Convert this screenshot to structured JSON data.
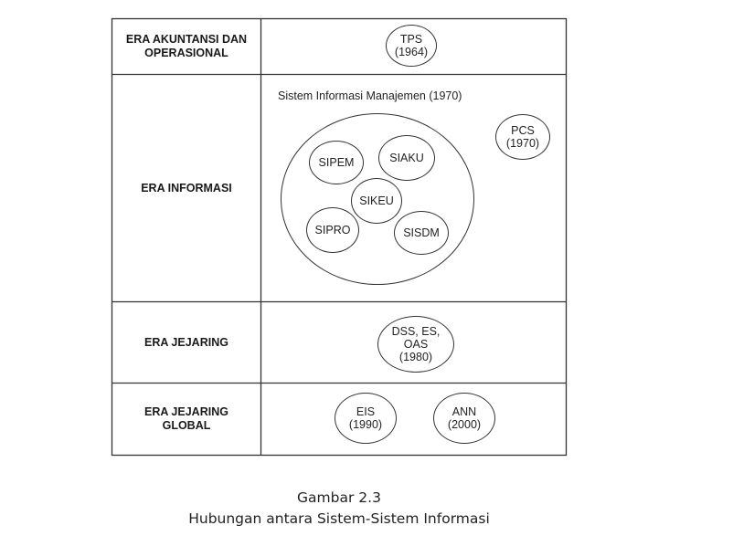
{
  "diagram": {
    "eras": [
      {
        "id": "akuntansi",
        "label": "ERA AKUNTANSI DAN\nOPERASIONAL",
        "systems": [
          {
            "label": "TPS\n(1964)"
          }
        ]
      },
      {
        "id": "informasi",
        "label": "ERA INFORMASI",
        "group_title": "Sistem Informasi Manajemen (1970)",
        "group_systems": [
          {
            "label": "SIPEM"
          },
          {
            "label": "SIAKU"
          },
          {
            "label": "SIKEU"
          },
          {
            "label": "SIPRO"
          },
          {
            "label": "SISDM"
          }
        ],
        "systems": [
          {
            "label": "PCS\n(1970)"
          }
        ]
      },
      {
        "id": "jejaring",
        "label": "ERA JEJARING",
        "systems": [
          {
            "label": "DSS, ES,\nOAS\n(1980)"
          }
        ]
      },
      {
        "id": "jejaring-global",
        "label": "ERA JEJARING\nGLOBAL",
        "systems": [
          {
            "label": "EIS\n(1990)"
          },
          {
            "label": "ANN\n(2000)"
          }
        ]
      }
    ]
  },
  "caption": {
    "number": "Gambar 2.3",
    "title": "Hubungan antara Sistem-Sistem Informasi"
  }
}
